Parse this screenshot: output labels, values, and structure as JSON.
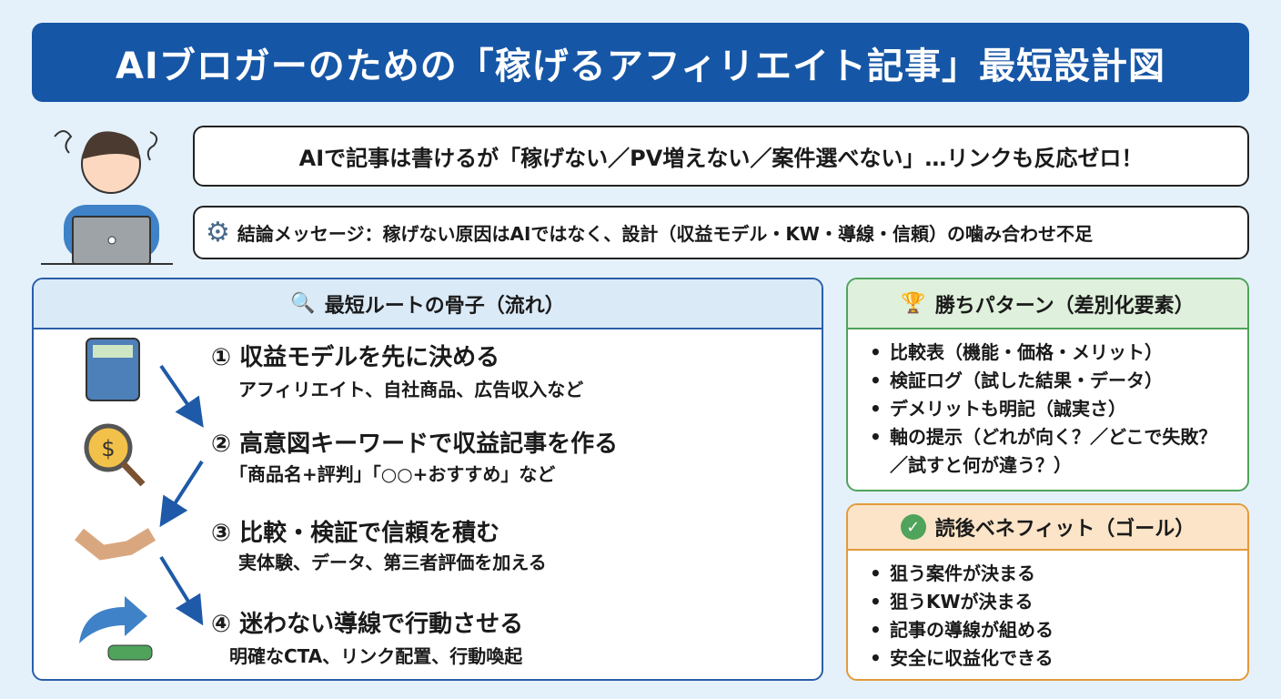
{
  "title": "AIブロガーのための「稼げるアフィリエイト記事」最短設計図",
  "bubble": "AIで記事は書けるが「稼げない／PV増えない／案件選べない」…リンクも反応ゼロ！",
  "conclusion": "結論メッセージ：稼げない原因はAIではなく、設計（収益モデル・KW・導線・信頼）の噛み合わせ不足",
  "flow": {
    "header": "最短ルートの骨子（流れ）",
    "steps": [
      {
        "title": "① 収益モデルを先に決める",
        "desc": "アフィリエイト、自社商品、広告収入など"
      },
      {
        "title": "② 高意図キーワードで収益記事を作る",
        "desc": "「商品名+評判」「○○+おすすめ」など"
      },
      {
        "title": "③ 比較・検証で信頼を積む",
        "desc": "実体験、データ、第三者評価を加える"
      },
      {
        "title": "④ 迷わない導線で行動させる",
        "desc": "明確なCTA、リンク配置、行動喚起"
      }
    ]
  },
  "win": {
    "header": "勝ちパターン（差別化要素）",
    "items": [
      "比較表（機能・価格・メリット）",
      "検証ログ（試した結果・データ）",
      "デメリットも明記（誠実さ）",
      "軸の提示（どれが向く？／どこで失敗？／試すと何が違う？）"
    ]
  },
  "benefit": {
    "header": "読後ベネフィット（ゴール）",
    "items": [
      "狙う案件が決まる",
      "狙うKWが決まる",
      "記事の導線が組める",
      "安全に収益化できる"
    ]
  }
}
